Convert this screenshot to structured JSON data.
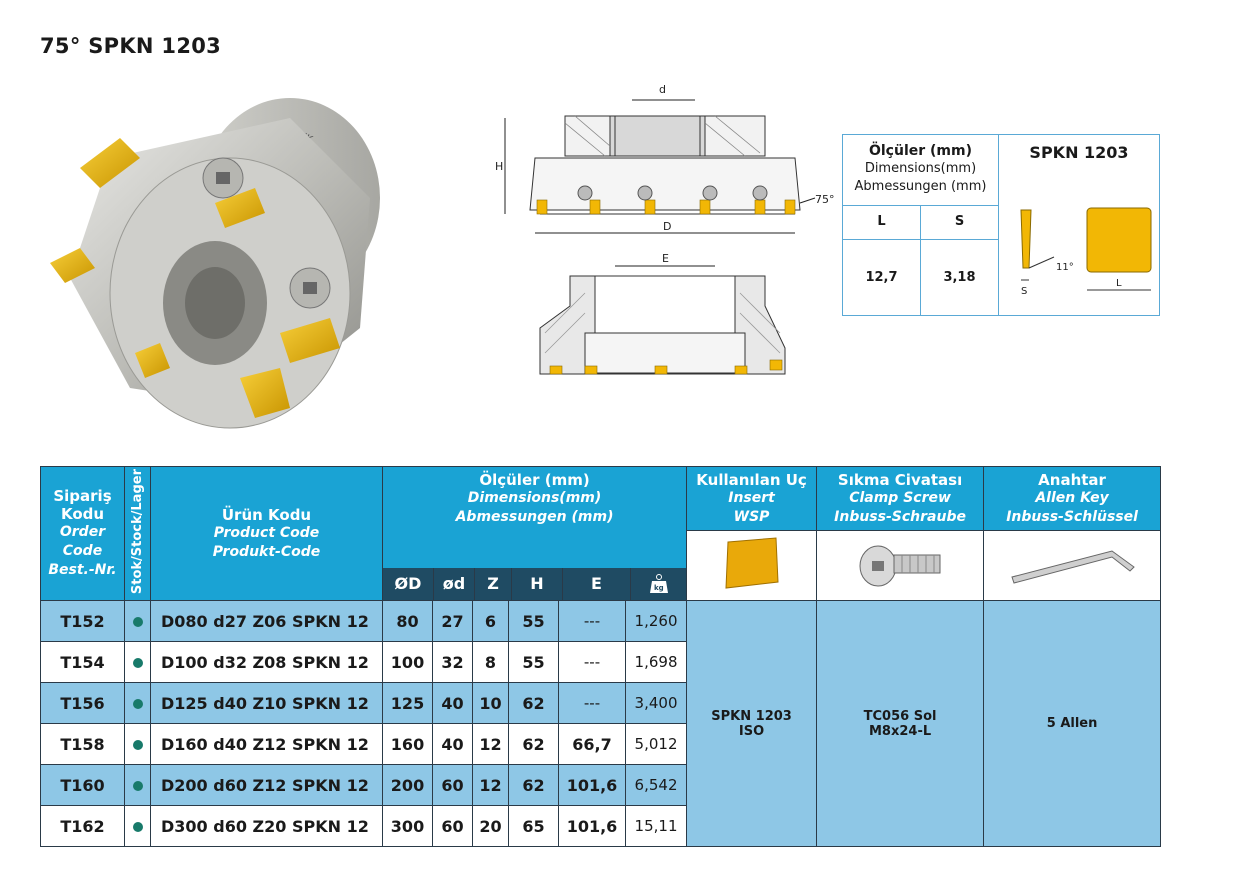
{
  "title": "75° SPKN 1203",
  "drawing": {
    "dim_d": "d",
    "dim_h": "H",
    "dim_D": "D",
    "dim_E": "E",
    "angle": "75°"
  },
  "dim_box": {
    "header_line1": "Ölçüler (mm)",
    "header_line2": "Dimensions(mm)",
    "header_line3": "Abmessungen (mm)",
    "col_l": "L",
    "col_s": "S",
    "val_l": "12,7",
    "val_s": "3,18",
    "insert_title": "SPKN 1203",
    "insert_angle": "11°",
    "insert_s": "S",
    "insert_l": "L"
  },
  "table": {
    "h_order_1": "Sipariş",
    "h_order_2": "Kodu",
    "h_order_3": "Order",
    "h_order_4": "Code",
    "h_order_5": "Best.-Nr.",
    "h_stock_bold": "Stok",
    "h_stock_rest": "/Stock/Lager",
    "h_product_1": "Ürün Kodu",
    "h_product_2": "Product Code",
    "h_product_3": "Produkt-Code",
    "h_dims_1": "Ölçüler (mm)",
    "h_dims_2": "Dimensions(mm)",
    "h_dims_3": "Abmessungen (mm)",
    "h_insert_1": "Kullanılan Uç",
    "h_insert_2": "Insert",
    "h_insert_3": "WSP",
    "h_screw_1": "Sıkma Civatası",
    "h_screw_2": "Clamp Screw",
    "h_screw_3": "Inbuss-Schraube",
    "h_key_1": "Anahtar",
    "h_key_2": "Allen Key",
    "h_key_3": "Inbuss-Schlüssel",
    "sub_D": "ØD",
    "sub_d": "ød",
    "sub_Z": "Z",
    "sub_H": "H",
    "sub_E": "E",
    "sub_kg": "kg",
    "rows": [
      {
        "code": "T152",
        "product": "D080 d27 Z06 SPKN 12",
        "D": "80",
        "d": "27",
        "Z": "6",
        "H": "55",
        "E": "---",
        "kg": "1,260"
      },
      {
        "code": "T154",
        "product": "D100 d32 Z08 SPKN 12",
        "D": "100",
        "d": "32",
        "Z": "8",
        "H": "55",
        "E": "---",
        "kg": "1,698"
      },
      {
        "code": "T156",
        "product": "D125 d40 Z10 SPKN 12",
        "D": "125",
        "d": "40",
        "Z": "10",
        "H": "62",
        "E": "---",
        "kg": "3,400"
      },
      {
        "code": "T158",
        "product": "D160 d40 Z12 SPKN 12",
        "D": "160",
        "d": "40",
        "Z": "12",
        "H": "62",
        "E": "66,7",
        "kg": "5,012"
      },
      {
        "code": "T160",
        "product": "D200 d60 Z12 SPKN 12",
        "D": "200",
        "d": "60",
        "Z": "12",
        "H": "62",
        "E": "101,6",
        "kg": "6,542"
      },
      {
        "code": "T162",
        "product": "D300 d60 Z20 SPKN 12",
        "D": "300",
        "d": "60",
        "Z": "20",
        "H": "65",
        "E": "101,6",
        "kg": "15,11"
      }
    ],
    "insert_value_1": "SPKN 1203",
    "insert_value_2": "ISO",
    "screw_value_1": "TC056 Sol",
    "screw_value_2": "M8x24-L",
    "key_value": "5 Allen"
  },
  "colors": {
    "header_blue": "#1aa3d4",
    "header_dark": "#1f4b63",
    "row_light": "#8ec7e6",
    "stock_dot": "#187a6a",
    "insert_gold": "#f2b705"
  }
}
